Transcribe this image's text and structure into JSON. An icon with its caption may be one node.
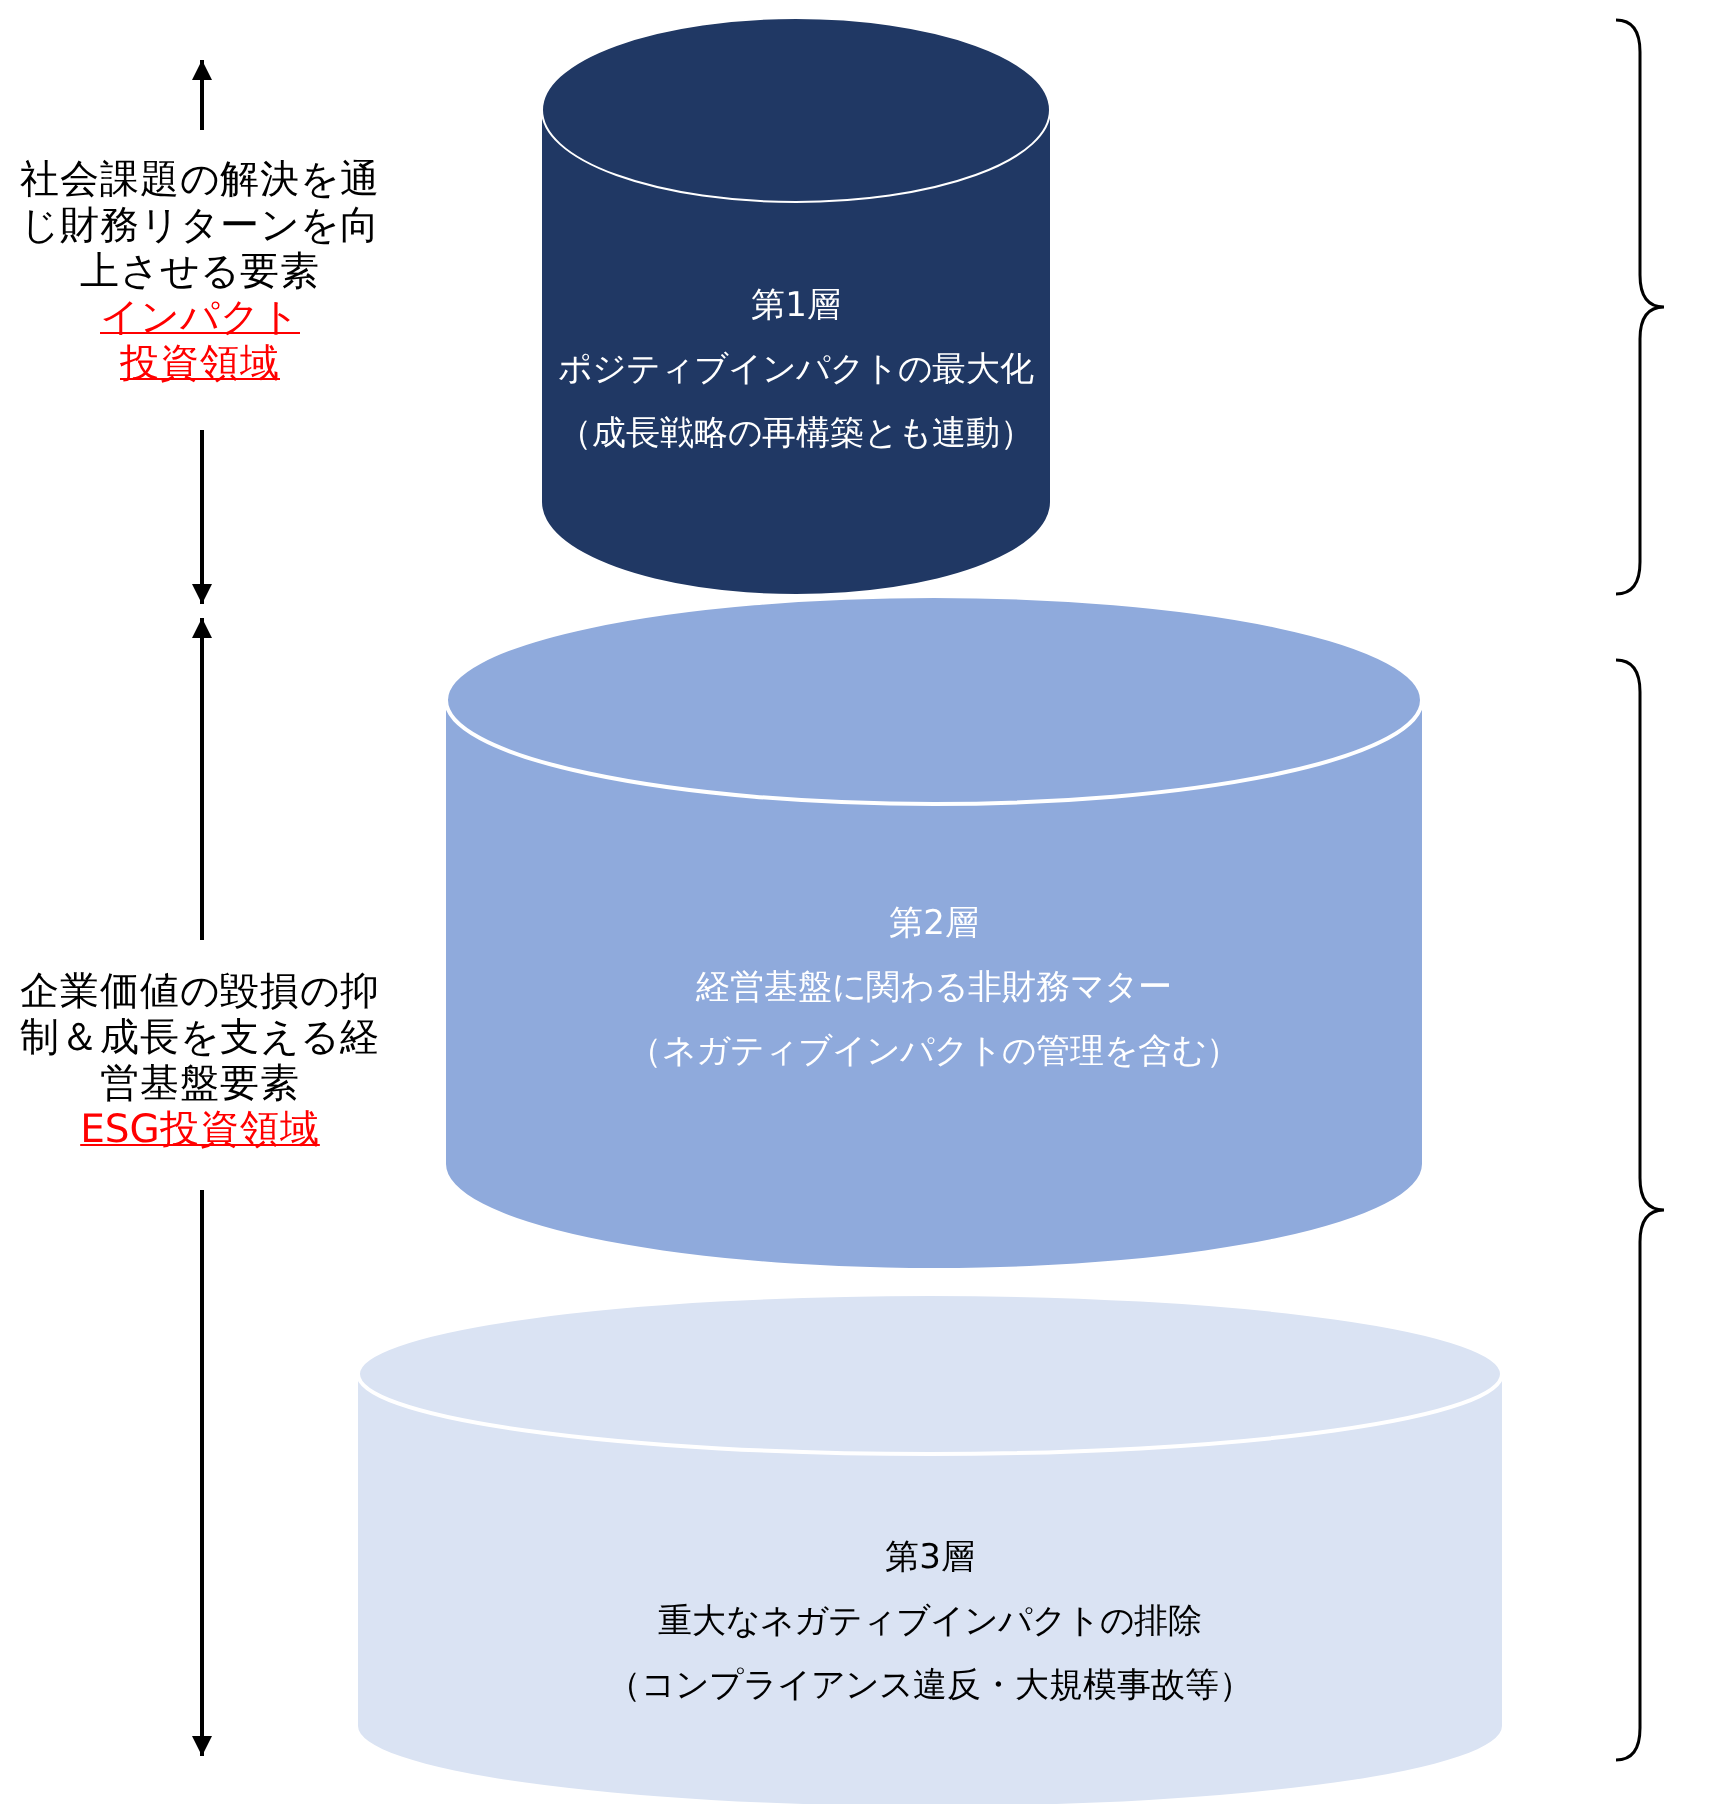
{
  "diagram": {
    "nodes": [
      {
        "text": [
          "第1層",
          "ポジティブインパクトの最大化",
          "（成長戦略の再構築とも連動）"
        ]
      },
      {
        "text": [
          "第2層",
          "経営基盤に関わる非財務マター",
          "（ネガティブインパクトの管理を含む）"
        ]
      },
      {
        "text": [
          "第3層",
          "重大なネガティブインパクトの排除",
          "（コンプライアンス違反・大規模事故等）"
        ]
      }
    ],
    "labels": [
      "社会課題の解決を通じ財務リターンを向上させる要素",
      "インパクト投資領域",
      "企業価値の毀損の抑制＆成長を支える経営基盤要素",
      "ESG投資領域"
    ]
  }
}
